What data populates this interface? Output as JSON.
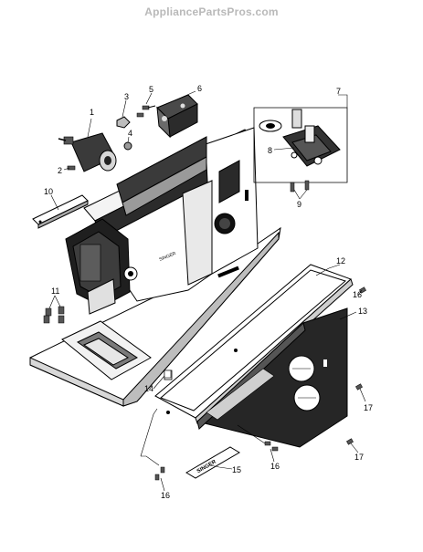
{
  "watermark": "AppliancePartsPros.com",
  "callouts": {
    "c1": "1",
    "c2": "2",
    "c3": "3",
    "c4": "4",
    "c5": "5",
    "c6": "6",
    "c7": "7",
    "c8": "8",
    "c9": "9",
    "c10": "10",
    "c11": "11",
    "c12": "12",
    "c13": "13",
    "c14": "14",
    "c15": "15",
    "c16a": "16",
    "c16b": "16",
    "c16c": "16",
    "c17a": "17",
    "c17b": "17"
  },
  "plate_brand": "SINGER"
}
